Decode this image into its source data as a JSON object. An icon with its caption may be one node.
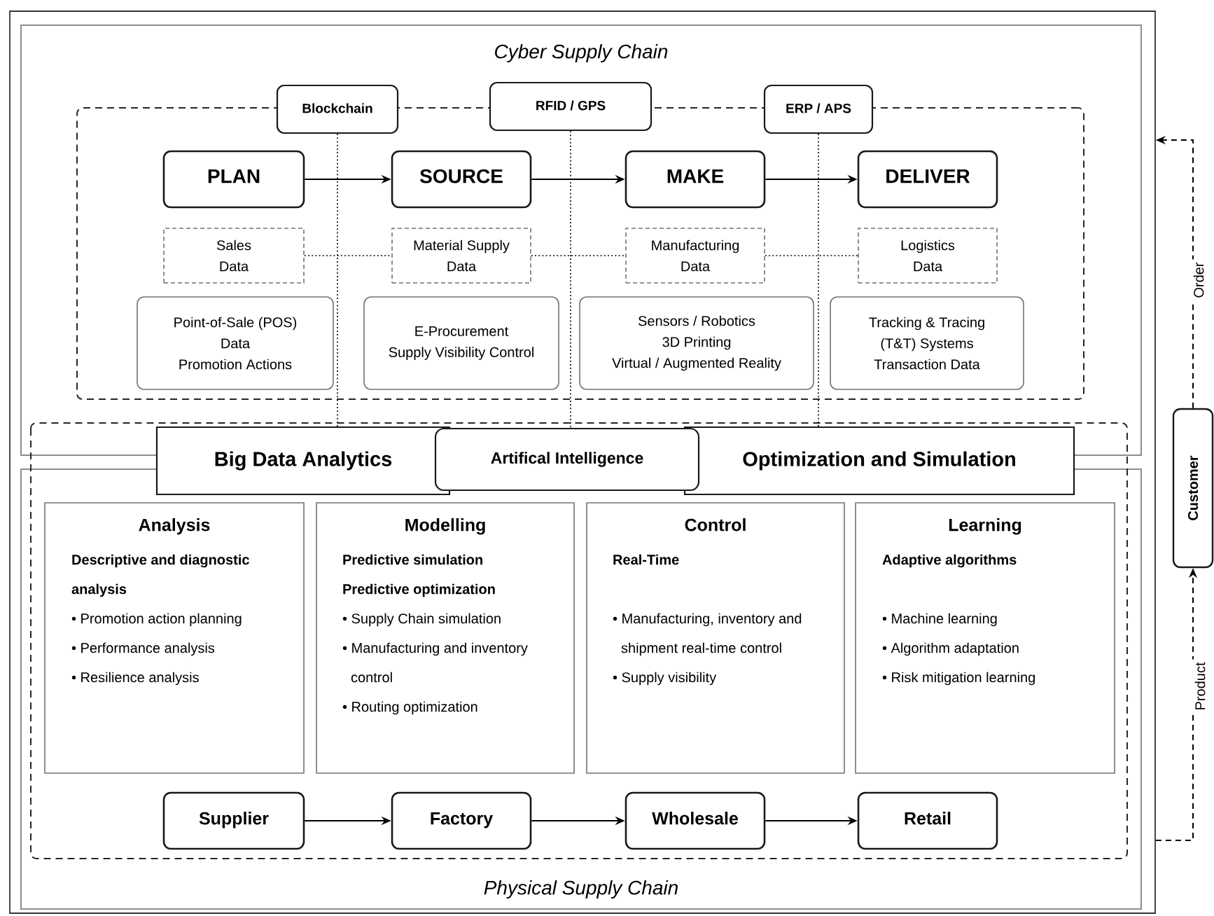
{
  "diagram": {
    "nodes": [
      {
        "text": [],
        "shape": "box"
      },
      {
        "text": [
          "Cyber Supply Chain"
        ],
        "in": 0
      },
      {
        "text": [
          "Physical Supply Chain"
        ],
        "in": 0
      },
      {
        "text": [],
        "shape": "box",
        "in": 1
      },
      {
        "text": [
          "Blockchain"
        ],
        "in": 1
      },
      {
        "text": [
          "RFID / GPS"
        ],
        "in": 1
      },
      {
        "text": [
          "ERP / APS"
        ],
        "in": 1
      },
      {
        "text": [
          "PLAN"
        ],
        "in": 3
      },
      {
        "text": [
          "SOURCE"
        ],
        "in": 3
      },
      {
        "text": [
          "MAKE"
        ],
        "in": 3
      },
      {
        "text": [
          "DELIVER"
        ],
        "in": 3
      },
      {
        "text": [
          "Sales Data"
        ],
        "in": 3
      },
      {
        "text": [
          "Material Supply Data"
        ],
        "in": 3
      },
      {
        "text": [
          "Manufacturing Data"
        ],
        "in": 3
      },
      {
        "text": [
          "Logistics Data"
        ],
        "in": 3
      },
      {
        "text": [
          "Point-of-Sale (POS) Data",
          "Promotion Actions"
        ],
        "in": 3
      },
      {
        "text": [
          "E-Procurement",
          "Supply Visibility Control"
        ],
        "in": 3
      },
      {
        "text": [
          "Sensors / Robotics",
          "3D Printing",
          "Virtual / Augmented Reality"
        ],
        "in": 3
      },
      {
        "text": [
          "Tracking & Tracing (T&T) Systems",
          "Transaction Data"
        ],
        "in": 3
      },
      {
        "text": [
          "Big Data Analytics"
        ],
        "in": 0
      },
      {
        "text": [
          "Artifical Intelligence"
        ],
        "in": 0
      },
      {
        "text": [
          "Optimization and Simulation"
        ],
        "in": 0
      },
      {
        "text": [
          "Analysis",
          "Descriptive and diagnostic analysis",
          "• Promotion action planning",
          "• Performance analysis",
          "• Resilience analysis"
        ],
        "in": 2
      },
      {
        "text": [
          "Modelling",
          "Predictive simulation",
          "Predictive optimization",
          "• Supply Chain simulation",
          "• Manufacturing and inventory control",
          "• Routing optimization"
        ],
        "in": 2
      },
      {
        "text": [
          "Control",
          "Real-Time",
          "• Manufacturing, inventory and shipment real-time control",
          "• Supply visibility"
        ],
        "in": 2
      },
      {
        "text": [
          "Learning",
          "Adaptive algorithms",
          "• Machine learning",
          "• Algorithm adaptation",
          "• Risk mitigation learning"
        ],
        "in": 2
      },
      {
        "text": [
          "Supplier"
        ],
        "in": 2
      },
      {
        "text": [
          "Factory"
        ],
        "in": 2
      },
      {
        "text": [
          "Wholesale"
        ],
        "in": 2
      },
      {
        "text": [
          "Retail"
        ],
        "in": 2
      },
      {
        "text": [
          "Customer"
        ]
      }
    ],
    "edges": [
      {
        "from": 7,
        "to": 8,
        "arrow": "to"
      },
      {
        "from": 8,
        "to": 9,
        "arrow": "to"
      },
      {
        "from": 9,
        "to": 10,
        "arrow": "to"
      },
      {
        "from": 11,
        "to": 12,
        "arrow": "none",
        "style": "dashed"
      },
      {
        "from": 12,
        "to": 13,
        "arrow": "none",
        "style": "dashed"
      },
      {
        "from": 13,
        "to": 14,
        "arrow": "none",
        "style": "dashed"
      },
      {
        "from": 4,
        "to": 19,
        "arrow": "none",
        "style": "dashed"
      },
      {
        "from": 5,
        "to": 20,
        "arrow": "none",
        "style": "dashed"
      },
      {
        "from": 6,
        "to": 21,
        "arrow": "none",
        "style": "dashed"
      },
      {
        "from": 26,
        "to": 27,
        "arrow": "to"
      },
      {
        "from": 27,
        "to": 28,
        "arrow": "to"
      },
      {
        "from": 28,
        "to": 29,
        "arrow": "to"
      },
      {
        "from": 30,
        "to": 0,
        "arrow": "to",
        "style": "dashed",
        "label": "Order"
      },
      {
        "from": 0,
        "to": 30,
        "arrow": "to",
        "style": "dashed",
        "label": "Product"
      }
    ]
  }
}
